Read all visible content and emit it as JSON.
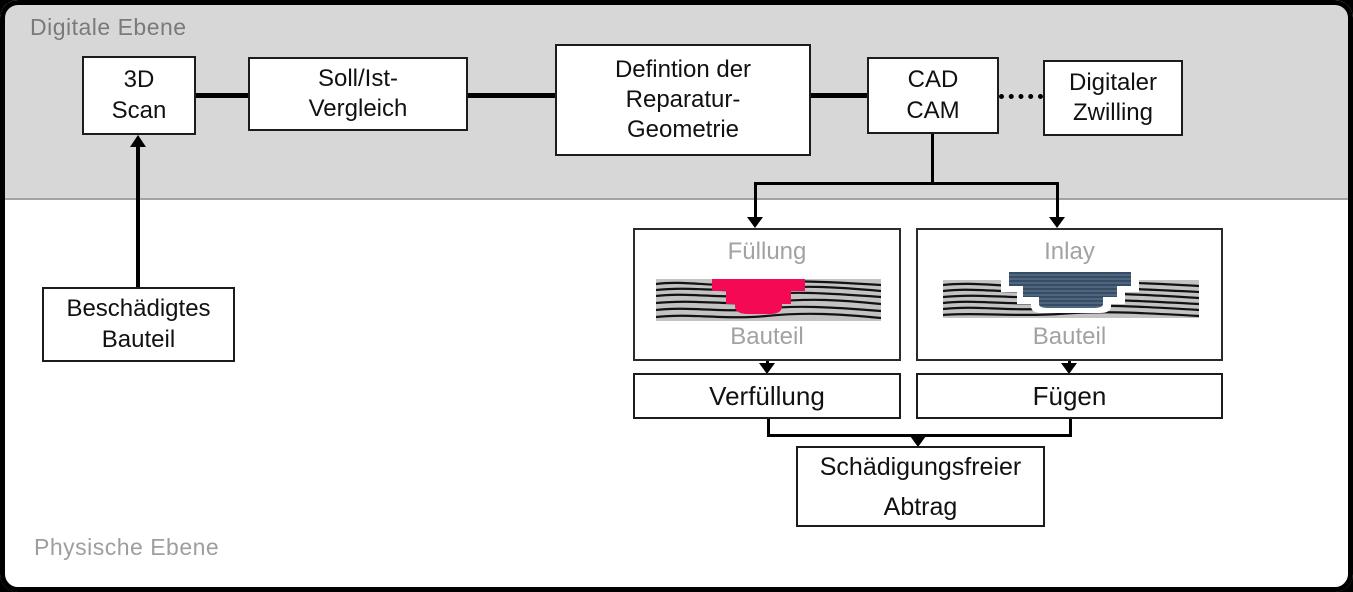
{
  "layers": {
    "digital_label": "Digitale Ebene",
    "physical_label": "Physische Ebene"
  },
  "nodes": {
    "scan": {
      "lines": [
        "3D",
        "Scan"
      ]
    },
    "soll_ist": {
      "lines": [
        "Soll/Ist-",
        "Vergleich"
      ]
    },
    "definition": {
      "lines": [
        "Defintion der",
        "Reparatur-",
        "Geometrie"
      ]
    },
    "cad_cam": {
      "lines": [
        "CAD",
        "CAM"
      ]
    },
    "zwilling": {
      "lines": [
        "Digitaler",
        "Zwilling"
      ]
    },
    "beschaedigt": {
      "lines": [
        "Beschädigtes",
        "Bauteil"
      ]
    },
    "fuellung_label": "Füllung",
    "inlay_label": "Inlay",
    "bauteil_label": "Bauteil",
    "verfuellung_label": "Verfüllung",
    "fuegen_label": "Fügen",
    "abtrag": {
      "lines": [
        "Schädigungsfreier",
        "Abtrag"
      ]
    }
  },
  "colors": {
    "band_gray": "#D7D7D7",
    "laminate_gray": "#C3C3C3",
    "filling_pink": "#F40A54",
    "inlay_blue": "#4D6780",
    "inlay_blue_dark": "#2F4257",
    "label_gray": "#A2A2A2",
    "line_black": "#000000"
  }
}
